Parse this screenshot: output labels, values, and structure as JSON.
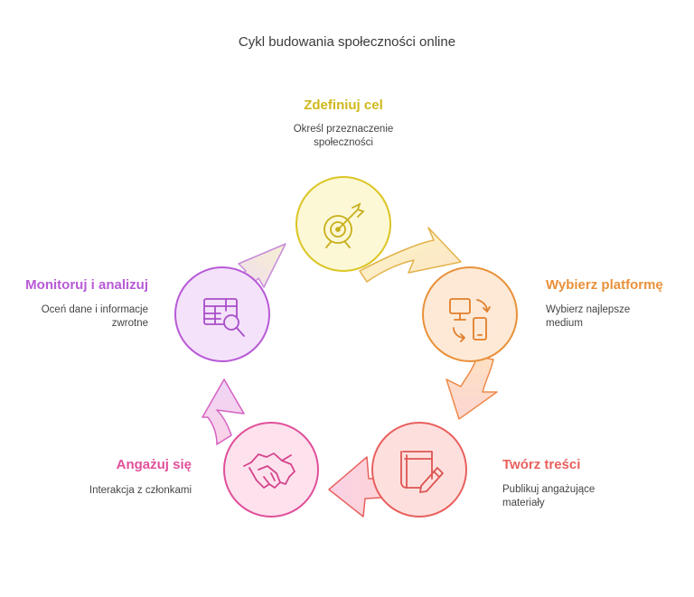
{
  "title": "Cykl budowania społeczności online",
  "steps": [
    {
      "label": "Zdefiniuj cel",
      "desc_lines": [
        "Określ przeznaczenie",
        "społeczności"
      ],
      "color": "#d9c21c",
      "icon": "target-icon"
    },
    {
      "label": "Wybierz platformę",
      "desc_lines": [
        "Wybierz najlepsze",
        "medium"
      ],
      "color": "#e8913a",
      "icon": "devices-sync-icon"
    },
    {
      "label": "Twórz treści",
      "desc_lines": [
        "Publikuj angażujące",
        "materiały"
      ],
      "color": "#e8605e",
      "icon": "book-pen-icon"
    },
    {
      "label": "Angażuj się",
      "desc_lines": [
        "Interakcja z członkami"
      ],
      "color": "#e0509a",
      "icon": "handshake-icon"
    },
    {
      "label": "Monitoruj i analizuj",
      "desc_lines": [
        "Oceń dane i informacje",
        "zwrotne"
      ],
      "color": "#b85ad6",
      "icon": "table-search-icon"
    }
  ]
}
